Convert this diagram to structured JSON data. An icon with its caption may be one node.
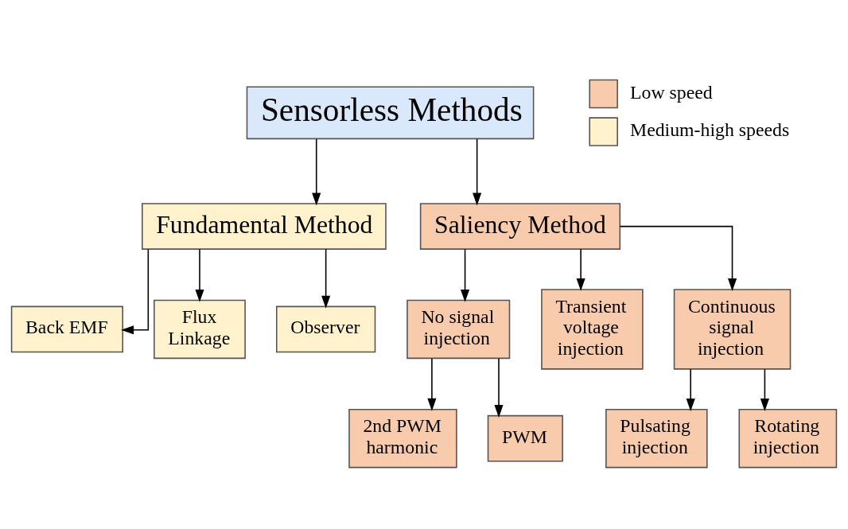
{
  "diagram": {
    "nodes": [
      {
        "text": [
          "Sensorless Methods"
        ]
      },
      {
        "text": [
          "Fundamental Method"
        ]
      },
      {
        "text": [
          "Saliency Method"
        ]
      },
      {
        "text": [
          "Back EMF"
        ]
      },
      {
        "text": [
          "Flux Linkage"
        ]
      },
      {
        "text": [
          "Observer"
        ]
      },
      {
        "text": [
          "No signal injection"
        ]
      },
      {
        "text": [
          "Transient voltage injection"
        ]
      },
      {
        "text": [
          "Continuous signal injection"
        ]
      },
      {
        "text": [
          "2nd PWM harmonic"
        ]
      },
      {
        "text": [
          "PWM"
        ]
      },
      {
        "text": [
          "Pulsating injection"
        ]
      },
      {
        "text": [
          "Rotating injection"
        ]
      }
    ],
    "edges": [
      {
        "from": 0,
        "to": 1,
        "arrow": "to"
      },
      {
        "from": 0,
        "to": 2,
        "arrow": "to"
      },
      {
        "from": 1,
        "to": 3,
        "arrow": "to"
      },
      {
        "from": 1,
        "to": 4,
        "arrow": "to"
      },
      {
        "from": 1,
        "to": 5,
        "arrow": "to"
      },
      {
        "from": 2,
        "to": 6,
        "arrow": "to"
      },
      {
        "from": 2,
        "to": 7,
        "arrow": "to"
      },
      {
        "from": 2,
        "to": 8,
        "arrow": "to"
      },
      {
        "from": 6,
        "to": 9,
        "arrow": "to"
      },
      {
        "from": 6,
        "to": 10,
        "arrow": "to"
      },
      {
        "from": 8,
        "to": 11,
        "arrow": "to"
      },
      {
        "from": 8,
        "to": 12,
        "arrow": "to"
      }
    ],
    "legend": [
      {
        "text": "Low speed",
        "color": "#f8cbad"
      },
      {
        "text": "Medium-high speeds",
        "color": "#fff2cc"
      }
    ]
  }
}
